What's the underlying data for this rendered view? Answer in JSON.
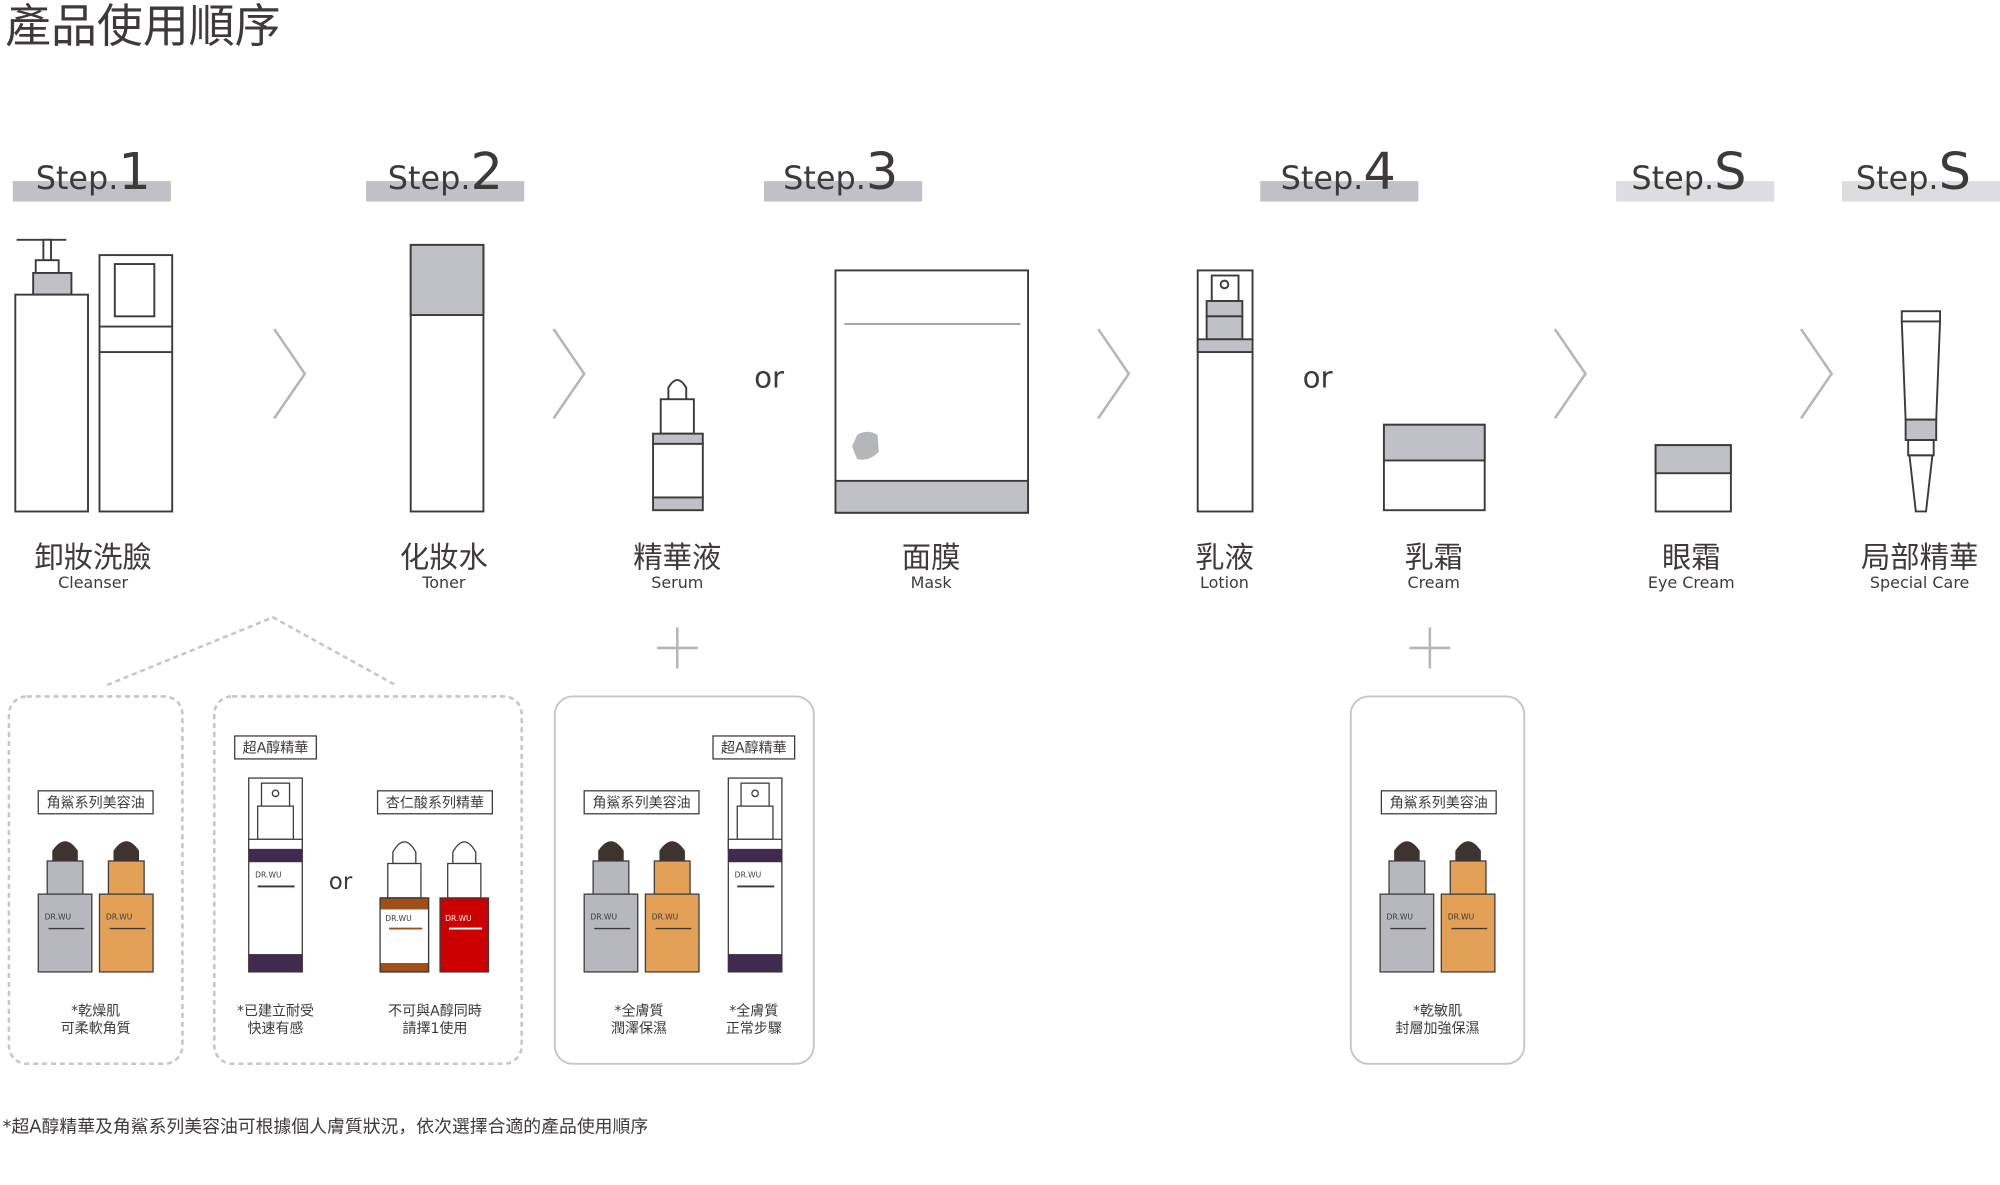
{
  "page_title": "產品使用順序",
  "colors": {
    "text": "#3e3a39",
    "outline": "#3e3a39",
    "band": "#c0c1c6",
    "band_light": "#dcdde0",
    "arrow": "#b5b6ba",
    "dashed": "#c5c6c8",
    "gray_bottle": "#b6b8bd",
    "orange_bottle": "#e3a157",
    "purple": "#3f2b4f",
    "brown": "#a14e18",
    "red": "#cc0000",
    "dropper_cap": "#3d3330"
  },
  "steps": [
    {
      "prefix": "Step.",
      "number": "1"
    },
    {
      "prefix": "Step.",
      "number": "2"
    },
    {
      "prefix": "Step.",
      "number": "3"
    },
    {
      "prefix": "Step.",
      "number": "4"
    },
    {
      "prefix": "Step.",
      "number": "S"
    },
    {
      "prefix": "Step.",
      "number": "S"
    }
  ],
  "products": [
    {
      "zh": "卸妝洗臉",
      "en": "Cleanser"
    },
    {
      "zh": "化妝水",
      "en": "Toner"
    },
    {
      "zh": "精華液",
      "en": "Serum"
    },
    {
      "zh": "面膜",
      "en": "Mask"
    },
    {
      "zh": "乳液",
      "en": "Lotion"
    },
    {
      "zh": "乳霜",
      "en": "Cream"
    },
    {
      "zh": "眼霜",
      "en": "Eye Cream"
    },
    {
      "zh": "局部精華",
      "en": "Special Care"
    }
  ],
  "or_label": "or",
  "bottle_brand": "DR.WU",
  "panels": {
    "p1": {
      "tag": "角鯊系列美容油",
      "note1": "*乾燥肌",
      "note2": "可柔軟角質"
    },
    "p2": {
      "tag_left": "超A醇精華",
      "tag_right": "杏仁酸系列精華",
      "note_left1": "*已建立耐受",
      "note_left2": "快速有感",
      "note_right1": "不可與A醇同時",
      "note_right2": "請擇1使用"
    },
    "p3": {
      "tag_left": "角鯊系列美容油",
      "tag_right": "超A醇精華",
      "note_left1": "*全膚質",
      "note_left2": "潤澤保濕",
      "note_right1": "*全膚質",
      "note_right2": "正常步驟"
    },
    "p4": {
      "tag": "角鯊系列美容油",
      "note1": "*乾敏肌",
      "note2": "封層加強保濕"
    }
  },
  "footnote": "*超A醇精華及角鯊系列美容油可根據個人膚質狀況，依次選擇合適的產品使用順序"
}
